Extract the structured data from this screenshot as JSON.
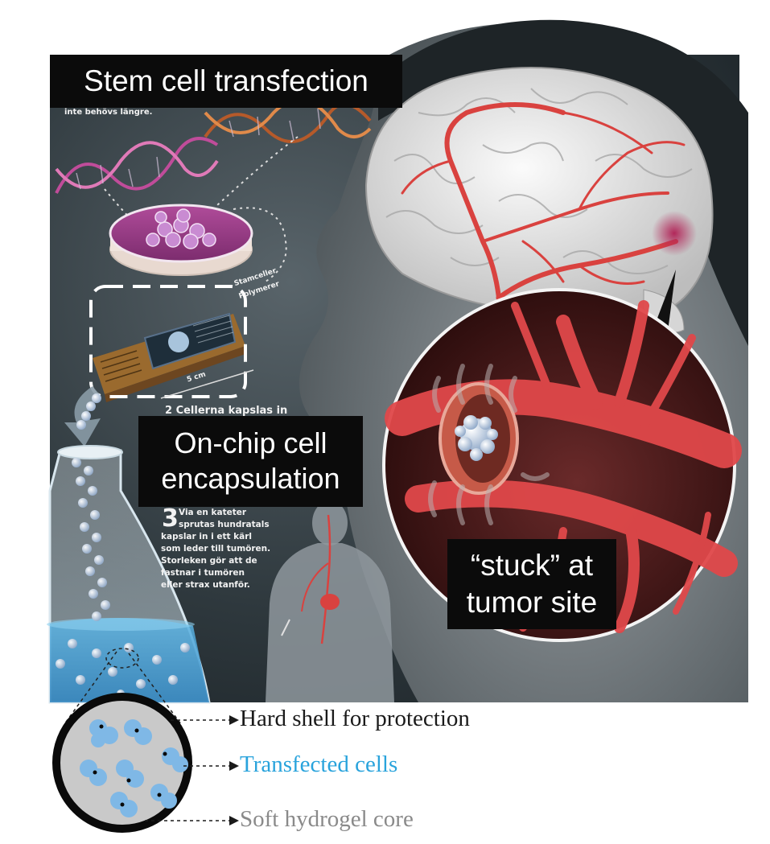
{
  "labels": {
    "stem_cell_transfection": "Stem cell transfection",
    "on_chip_line1": "On-chip cell",
    "on_chip_line2": "encapsulation",
    "stuck_line1": "“stuck” at",
    "stuck_line2": "tumor site"
  },
  "swedish_text": {
    "top_caption": "inte behövs längre.",
    "stamceller": "Stamceller",
    "polymerer": "Polymerer",
    "chip_size": "5 cm",
    "step2": "2 Cellerna kapslas in",
    "step3_number": "3",
    "step3_line1": "Via en kateter",
    "step3_line2": "sprutas hundratals",
    "step3_line3": "kapslar in i ett kärl",
    "step3_line4": "som leder till tumören.",
    "step3_line5": "Storleken gör att de",
    "step3_line6": "fastnar i tumören",
    "step3_line7": "eller strax utanför."
  },
  "legend": {
    "hard_shell": "Hard shell for protection",
    "transfected_cells": "Transfected cells",
    "soft_core": "Soft hydrogel core"
  },
  "colors": {
    "background_dark": "#2a3338",
    "label_box": "#0b0b0b",
    "vessel_red": "#d9423f",
    "brain_gray": "#e6e6e6",
    "transfected_cells_text": "#29a3dc",
    "soft_core_text": "#8a8a8a",
    "cell_blue": "#7fb8e6",
    "hydrogel_gray": "#c9c9c9"
  }
}
